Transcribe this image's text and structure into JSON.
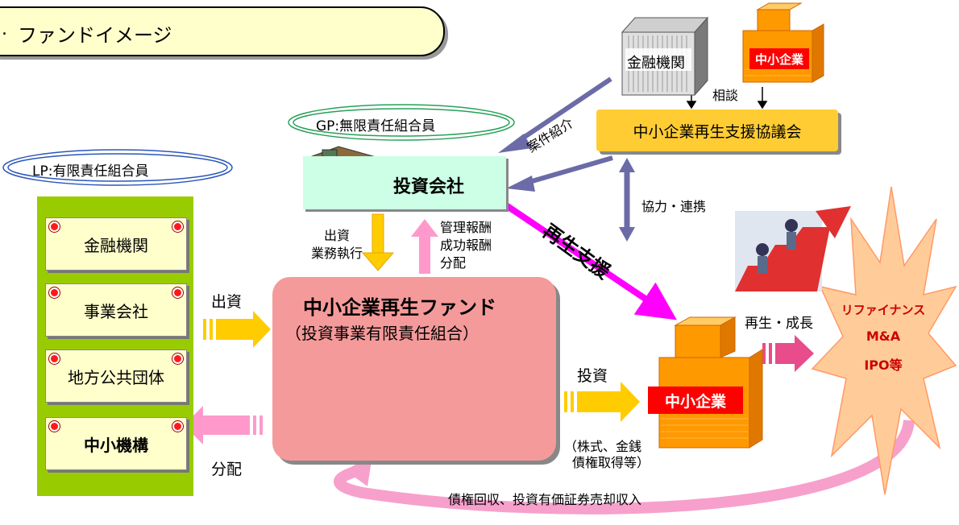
{
  "title": "ファンドイメージ",
  "title_prefix": ".",
  "lp_label": "LP:有限責任組合員",
  "gp_label": "GP:無限責任組合員",
  "lp_members": [
    "金融機関",
    "事業会社",
    "地方公共団体",
    "中小機構"
  ],
  "investment_company": "投資会社",
  "fund": {
    "name": "中小企業再生ファンド",
    "subtitle": "（投資事業有限責任組合）"
  },
  "council": "中小企業再生支援協議会",
  "top_bank": "金融機関",
  "top_sme": "中小企業",
  "consult": "相談",
  "case_intro": "案件紹介",
  "cooperation": "協力・連携",
  "revival_support": "再生支援",
  "invest_exec": [
    "出資",
    "業務執行"
  ],
  "fees": [
    "管理報酬",
    "成功報酬",
    "分配"
  ],
  "contribution": "出資",
  "distribution": "分配",
  "investment": "投資",
  "investment_note": [
    "（株式、金銭",
    "債権取得等）"
  ],
  "sme_main": "中小企業",
  "growth": "再生・成長",
  "exit": [
    "リファイナンス",
    "M&A",
    "IPO等"
  ],
  "recovery": "債権回収、投資有価証券売却収入",
  "colors": {
    "lp_panel": "#99cc00",
    "item_fill": "#ffffcc",
    "fund_fill": "#f59a9a",
    "gp_box": "#ccffe6",
    "council": "#ffcc33",
    "arrow_gold": "#ffcc00",
    "arrow_pink": "#ff99cc",
    "magenta": "#ff00ff",
    "slate": "#6b6ba8",
    "orange": "#ff9900",
    "exit_red": "#cc0000"
  }
}
